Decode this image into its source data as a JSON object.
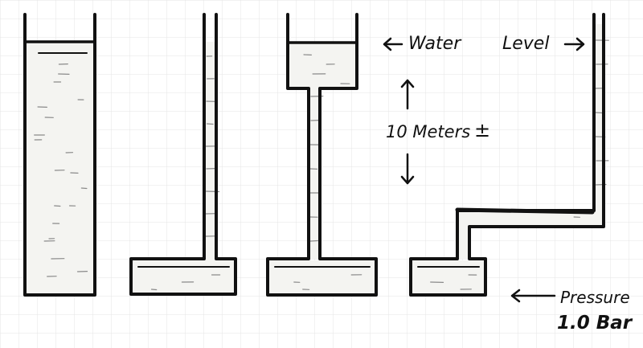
{
  "labels": {
    "water": "Water",
    "level": "Level",
    "height": "10 Meters",
    "plus_minus": "±",
    "pressure": "Pressure",
    "pressure_value": "1.0 Bar"
  },
  "icons": {
    "left_arrow": "←",
    "right_arrow": "→",
    "up_arrow": "↑",
    "down_arrow": "↓"
  },
  "colors": {
    "ink": "#111111",
    "grid": "#e4e4e4",
    "water": "#f4f4f1"
  }
}
